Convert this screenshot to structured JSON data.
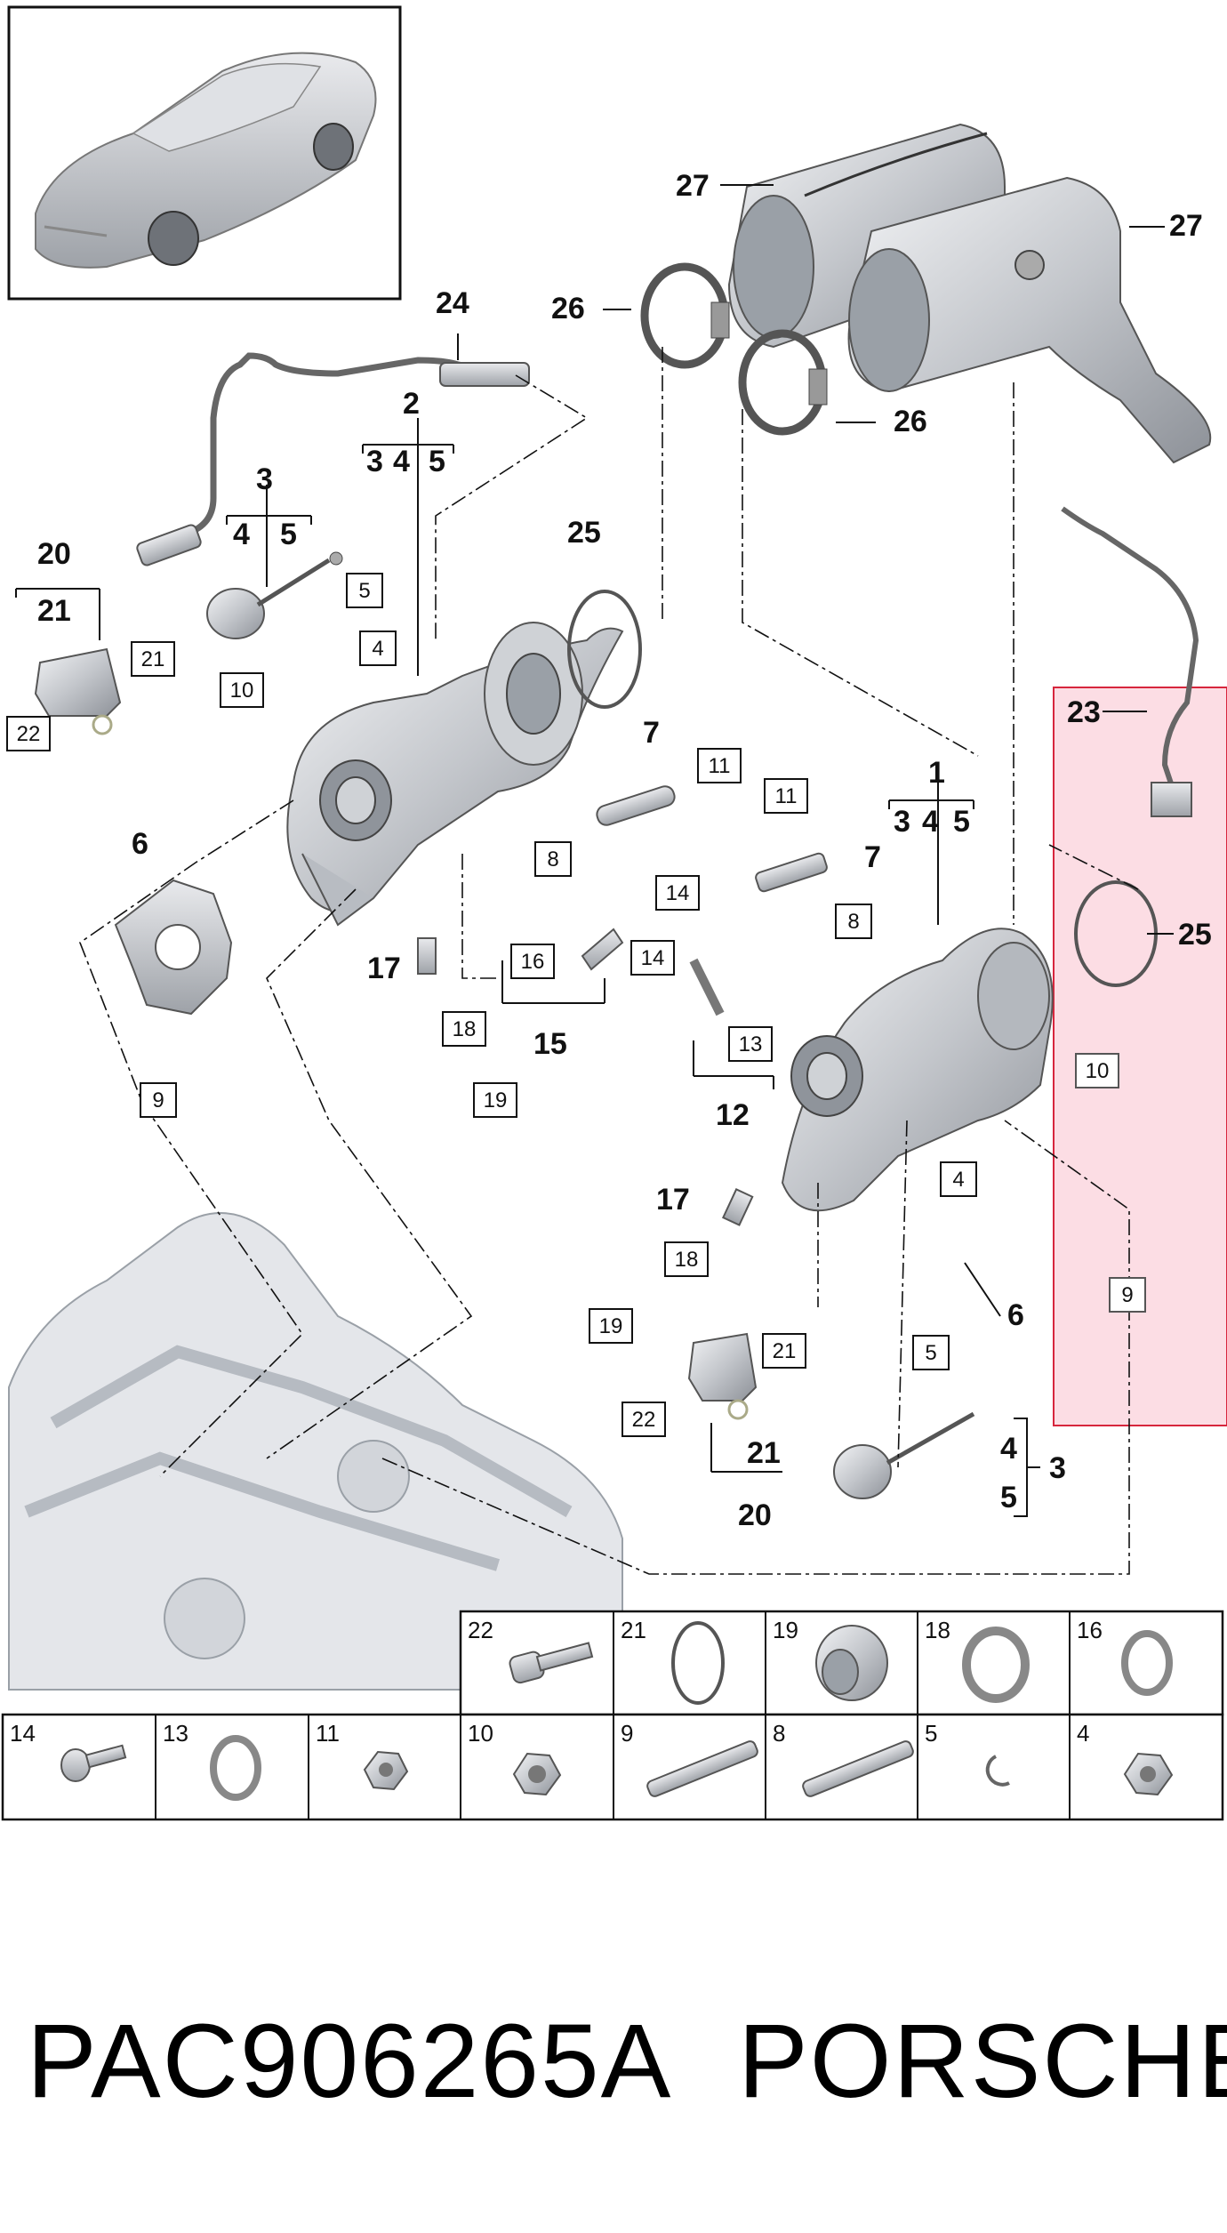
{
  "diagram": {
    "callouts": [
      {
        "id": "c27a",
        "text": "27"
      },
      {
        "id": "c27b",
        "text": "27"
      },
      {
        "id": "c26a",
        "text": "26"
      },
      {
        "id": "c26b",
        "text": "26"
      },
      {
        "id": "c24",
        "text": "24"
      },
      {
        "id": "c2",
        "text": "2"
      },
      {
        "id": "c2s3",
        "text": "3"
      },
      {
        "id": "c2s4",
        "text": "4"
      },
      {
        "id": "c2s5",
        "text": "5"
      },
      {
        "id": "c3",
        "text": "3"
      },
      {
        "id": "c3s4",
        "text": "4"
      },
      {
        "id": "c3s5",
        "text": "5"
      },
      {
        "id": "c20",
        "text": "20"
      },
      {
        "id": "c21",
        "text": "21"
      },
      {
        "id": "c25a",
        "text": "25"
      },
      {
        "id": "c7a",
        "text": "7"
      },
      {
        "id": "c6a",
        "text": "6"
      },
      {
        "id": "c1",
        "text": "1"
      },
      {
        "id": "c1s3",
        "text": "3"
      },
      {
        "id": "c1s4",
        "text": "4"
      },
      {
        "id": "c1s5",
        "text": "5"
      },
      {
        "id": "c7b",
        "text": "7"
      },
      {
        "id": "c23",
        "text": "23"
      },
      {
        "id": "c25b",
        "text": "25"
      },
      {
        "id": "c17a",
        "text": "17"
      },
      {
        "id": "c15",
        "text": "15"
      },
      {
        "id": "c12",
        "text": "12"
      },
      {
        "id": "c17b",
        "text": "17"
      },
      {
        "id": "c6b",
        "text": "6"
      },
      {
        "id": "c21b",
        "text": "21"
      },
      {
        "id": "c20b",
        "text": "20"
      },
      {
        "id": "c4r",
        "text": "4"
      },
      {
        "id": "c5r",
        "text": "5"
      },
      {
        "id": "c3r",
        "text": "3"
      }
    ],
    "boxed_labels": [
      {
        "id": "b5a",
        "text": "5"
      },
      {
        "id": "b4a",
        "text": "4"
      },
      {
        "id": "b10a",
        "text": "10"
      },
      {
        "id": "b21a",
        "text": "21"
      },
      {
        "id": "b22a",
        "text": "22"
      },
      {
        "id": "b11a",
        "text": "11"
      },
      {
        "id": "b8a",
        "text": "8"
      },
      {
        "id": "b11b",
        "text": "11"
      },
      {
        "id": "b8b",
        "text": "8"
      },
      {
        "id": "b14a",
        "text": "14"
      },
      {
        "id": "b16",
        "text": "16"
      },
      {
        "id": "b14b",
        "text": "14"
      },
      {
        "id": "b13",
        "text": "13"
      },
      {
        "id": "b18a",
        "text": "18"
      },
      {
        "id": "b19a",
        "text": "19"
      },
      {
        "id": "b9a",
        "text": "9"
      },
      {
        "id": "b10b",
        "text": "10"
      },
      {
        "id": "b4b",
        "text": "4"
      },
      {
        "id": "b9b",
        "text": "9"
      },
      {
        "id": "b18b",
        "text": "18"
      },
      {
        "id": "b19b",
        "text": "19"
      },
      {
        "id": "b21b",
        "text": "21"
      },
      {
        "id": "b22b",
        "text": "22"
      },
      {
        "id": "b5b",
        "text": "5"
      }
    ]
  },
  "parts_table": {
    "row1": [
      "22",
      "21",
      "19",
      "18",
      "16"
    ],
    "row2": [
      "14",
      "13",
      "11",
      "10",
      "9",
      "8",
      "5",
      "4"
    ]
  },
  "caption": {
    "part_code": "PAC906265A",
    "brand": "PORSCHE"
  },
  "colors": {
    "highlight_fill": "#fcdde4",
    "highlight_stroke": "#d7263d",
    "line": "#111111",
    "part_gray": "#c8cbd0"
  }
}
